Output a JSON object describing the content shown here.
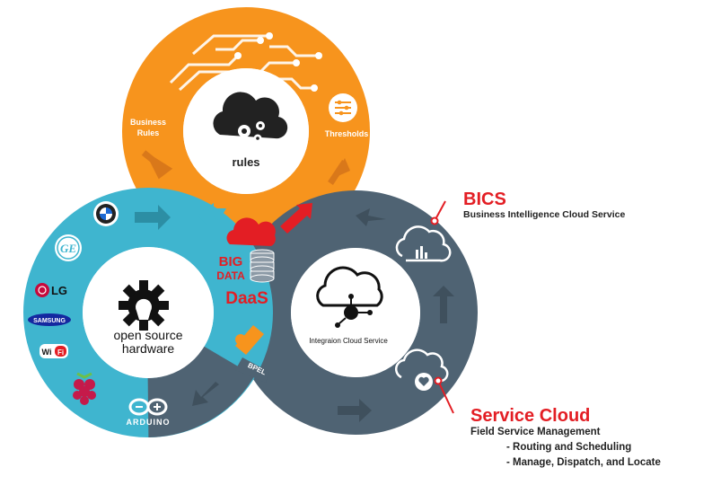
{
  "colors": {
    "orange": "#f7941d",
    "teal": "#3fb5cf",
    "slate": "#4f6373",
    "red": "#e31e24",
    "center_bg": "#ffffff"
  },
  "rules_ring": {
    "center_label": "rules",
    "left_label_line1": "Business",
    "left_label_line2": "Rules",
    "right_label": "Thresholds",
    "center_icon": "cloud-gears-icon",
    "right_icon": "sliders-icon"
  },
  "hardware_ring": {
    "center_label_line1": "open source",
    "center_label_line2": "hardware",
    "center_icon": "gear-icon",
    "brands": [
      {
        "label": "BMW",
        "icon": "bmw-logo-icon"
      },
      {
        "label": "GE",
        "icon": "ge-logo-icon"
      },
      {
        "label": "LG",
        "icon": "lg-logo-icon"
      },
      {
        "label": "SAMSUNG",
        "icon": "samsung-logo-icon"
      },
      {
        "label": "Wi Fi",
        "icon": "wifi-logo-icon"
      },
      {
        "label": "raspberry",
        "icon": "raspberry-pi-icon"
      }
    ],
    "arduino_label": "ARDUINO"
  },
  "integration_ring": {
    "center_label": "Integraion Cloud Service",
    "center_icon": "cloud-network-icon"
  },
  "center": {
    "big_line1": "BIG",
    "big_line2": "DATA",
    "daas": "DaaS",
    "bpel": "BPEL"
  },
  "bics": {
    "title": "BICS",
    "subtitle": "Business Intelligence Cloud Service",
    "icon": "cloud-chart-icon"
  },
  "service_cloud": {
    "title": "Service Cloud",
    "line1": "Field Service Management",
    "line2": "- Routing and Scheduling",
    "line3": "- Manage, Dispatch, and Locate",
    "icon": "cloud-heart-icon"
  }
}
